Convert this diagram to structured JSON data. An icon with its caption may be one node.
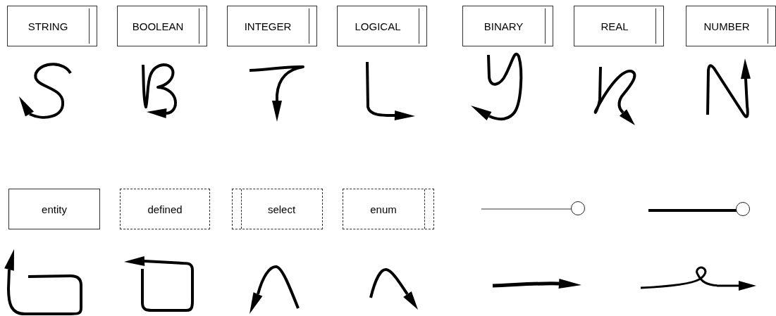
{
  "diagram": {
    "nodes": [
      {
        "text": [
          "STRING"
        ]
      },
      {
        "text": [
          "BOOLEAN"
        ]
      },
      {
        "text": [
          "INTEGER"
        ]
      },
      {
        "text": [
          "LOGICAL"
        ]
      },
      {
        "text": [
          "BINARY"
        ]
      },
      {
        "text": [
          "REAL"
        ]
      },
      {
        "text": [
          "NUMBER"
        ]
      },
      {
        "text": [
          "entity"
        ]
      },
      {
        "text": [
          "defined"
        ]
      },
      {
        "text": [
          "select"
        ]
      },
      {
        "text": [
          "enum"
        ]
      }
    ]
  }
}
